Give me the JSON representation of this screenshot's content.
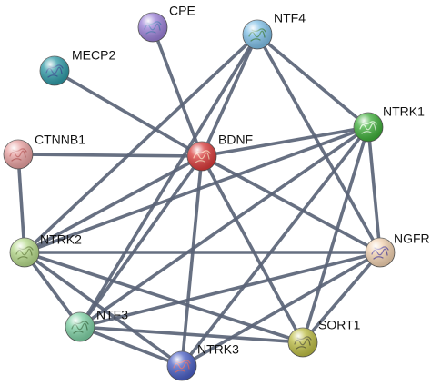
{
  "nodes": [
    {
      "id": "CPE",
      "label": "CPE",
      "color": "#9a7fd6",
      "glyph": "#3d6fb0"
    },
    {
      "id": "NTF4",
      "label": "NTF4",
      "color": "#7fbfe6",
      "glyph": "#2f7a3a"
    },
    {
      "id": "MECP2",
      "label": "MECP2",
      "color": "#2f9aa6",
      "glyph": "#1f3f8a"
    },
    {
      "id": "NTRK1",
      "label": "NTRK1",
      "color": "#3fae3a",
      "glyph": "#e8ffe0"
    },
    {
      "id": "CTNNB1",
      "label": "CTNNB1",
      "color": "#e7a0a0",
      "glyph": "#b84a4a"
    },
    {
      "id": "BDNF",
      "label": "BDNF",
      "color": "#d93b3b",
      "glyph": "#ffd2b0"
    },
    {
      "id": "NTRK2",
      "label": "NTRK2",
      "color": "#b5d98a",
      "glyph": "#5a7a2a"
    },
    {
      "id": "NGFR",
      "label": "NGFR",
      "color": "#f1d1b0",
      "glyph": "#4a3a9a"
    },
    {
      "id": "NTF3",
      "label": "NTF3",
      "color": "#7ed0a4",
      "glyph": "#2a6a3a"
    },
    {
      "id": "SORT1",
      "label": "SORT1",
      "color": "#bdbd45",
      "glyph": "#4a4a1a"
    },
    {
      "id": "NTRK3",
      "label": "NTRK3",
      "color": "#4a5fc4",
      "glyph": "#e05a5a"
    }
  ],
  "edges": [
    [
      "CPE",
      "BDNF"
    ],
    [
      "MECP2",
      "BDNF"
    ],
    [
      "CTNNB1",
      "BDNF"
    ],
    [
      "CTNNB1",
      "NTRK2"
    ],
    [
      "NTF4",
      "NTRK1"
    ],
    [
      "NTF4",
      "NGFR"
    ],
    [
      "NTF4",
      "NTRK2"
    ],
    [
      "NTF4",
      "NTF3"
    ],
    [
      "NTF4",
      "BDNF"
    ],
    [
      "NTRK1",
      "BDNF"
    ],
    [
      "NTRK1",
      "NGFR"
    ],
    [
      "NTRK1",
      "NTRK2"
    ],
    [
      "NTRK1",
      "NTF3"
    ],
    [
      "NTRK1",
      "SORT1"
    ],
    [
      "NTRK1",
      "NTRK3"
    ],
    [
      "BDNF",
      "NTRK2"
    ],
    [
      "BDNF",
      "NGFR"
    ],
    [
      "BDNF",
      "NTF3"
    ],
    [
      "BDNF",
      "SORT1"
    ],
    [
      "BDNF",
      "NTRK3"
    ],
    [
      "NTRK2",
      "NGFR"
    ],
    [
      "NTRK2",
      "NTF3"
    ],
    [
      "NTRK2",
      "SORT1"
    ],
    [
      "NTRK2",
      "NTRK3"
    ],
    [
      "NGFR",
      "NTF3"
    ],
    [
      "NGFR",
      "SORT1"
    ],
    [
      "NGFR",
      "NTRK3"
    ],
    [
      "NTF3",
      "SORT1"
    ],
    [
      "NTF3",
      "NTRK3"
    ]
  ]
}
